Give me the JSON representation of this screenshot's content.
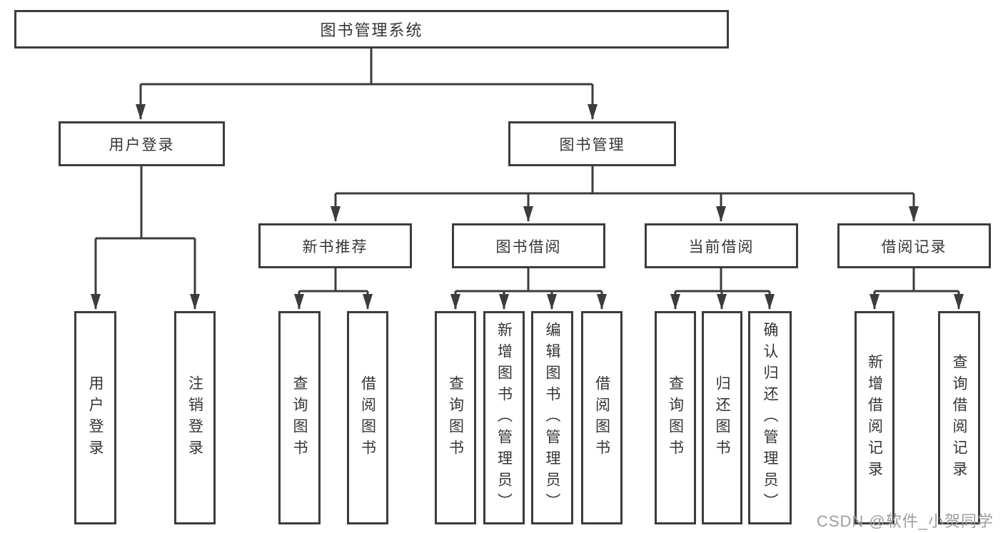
{
  "diagram": {
    "root": {
      "label": "图书管理系统"
    },
    "level1": [
      {
        "label": "用户登录",
        "children": [
          {
            "label": "用户登录"
          },
          {
            "label": "注销登录"
          }
        ]
      },
      {
        "label": "图书管理",
        "children": [
          {
            "label": "新书推荐",
            "children": [
              {
                "label": "查询图书"
              },
              {
                "label": "借阅图书"
              }
            ]
          },
          {
            "label": "图书借阅",
            "children": [
              {
                "label": "查询图书"
              },
              {
                "label": "新增图书（管理员）"
              },
              {
                "label": "编辑图书（管理员）"
              },
              {
                "label": "借阅图书"
              }
            ]
          },
          {
            "label": "当前借阅",
            "children": [
              {
                "label": "查询图书"
              },
              {
                "label": "归还图书"
              },
              {
                "label": "确认归还（管理员）"
              }
            ]
          },
          {
            "label": "借阅记录",
            "children": [
              {
                "label": "新增借阅记录"
              },
              {
                "label": "查询借阅记录"
              }
            ]
          }
        ]
      }
    ]
  },
  "watermark": {
    "text": "CSDN @软件_小贺同学"
  },
  "colors": {
    "line": "#3c3c3c",
    "box_border": "#3c3c3c",
    "text": "#353535",
    "background": "#ffffff",
    "watermark": "#9e9e9e"
  }
}
